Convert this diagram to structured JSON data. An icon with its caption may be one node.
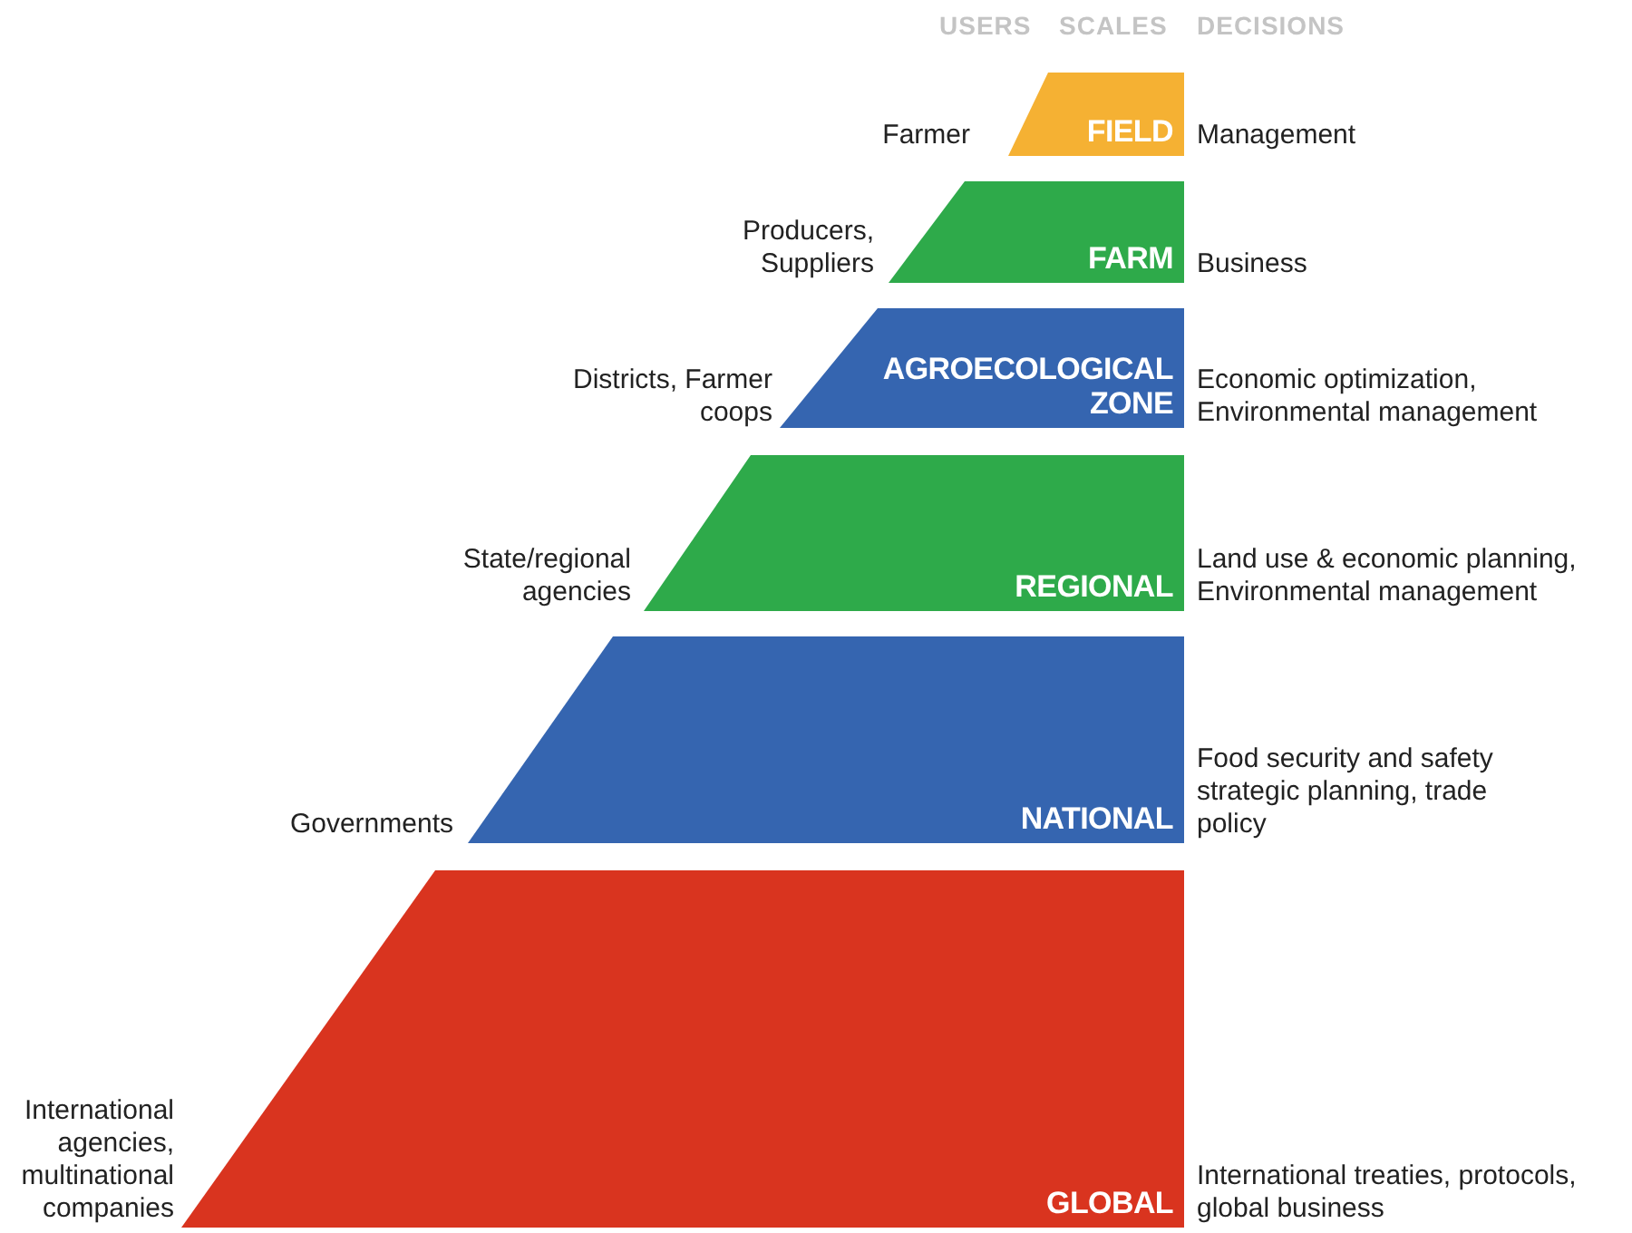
{
  "diagram": {
    "nodes": [
      {
        "text": [
          "FIELD"
        ],
        "beside": [
          "Farmer",
          "Management"
        ]
      },
      {
        "text": [
          "FARM"
        ],
        "beside": [
          "Producers, Suppliers",
          "Business"
        ]
      },
      {
        "text": [
          "AGROECOLOGICAL ZONE"
        ],
        "beside": [
          "Districts, Farmer coops",
          "Economic optimization, Environmental management"
        ]
      },
      {
        "text": [
          "REGIONAL"
        ],
        "beside": [
          "State/regional agencies",
          "Land use & economic planning, Environmental management"
        ]
      },
      {
        "text": [
          "NATIONAL"
        ],
        "beside": [
          "Governments",
          "Food security and safety strategic planning, trade policy"
        ]
      },
      {
        "text": [
          "GLOBAL"
        ],
        "beside": [
          "International agencies, multinational companies",
          "International treaties, protocols, global business"
        ]
      }
    ],
    "labels": [
      "USERS",
      "SCALES",
      "DECISIONS"
    ]
  }
}
